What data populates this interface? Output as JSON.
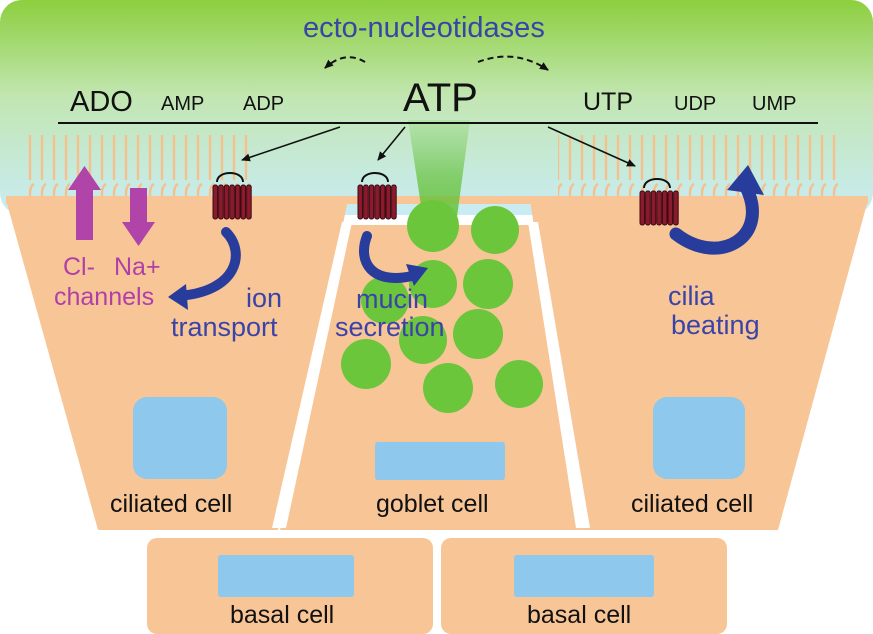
{
  "enzyme_label": "ecto-nucleotidases",
  "nucleotides": {
    "ado": "ADO",
    "amp": "AMP",
    "adp": "ADP",
    "atp": "ATP",
    "utp": "UTP",
    "udp": "UDP",
    "ump": "UMP"
  },
  "channels": {
    "cl": "Cl-",
    "na": "Na+",
    "label": "channels"
  },
  "processes": {
    "ion": "ion",
    "transport": "transport",
    "mucin": "mucin",
    "secretion": "secretion",
    "cilia": "cilia",
    "beating": "beating"
  },
  "cells": {
    "ciliated_left": "ciliated cell",
    "goblet": "goblet cell",
    "ciliated_right": "ciliated cell",
    "basal_left": "basal cell",
    "basal_right": "basal cell"
  },
  "colors": {
    "cell": "#f8c597",
    "nucleus": "#8ec8ec",
    "mucin_granule": "#6cc63c",
    "receptor": "#8a1a2c",
    "blue_arrow": "#283c9c",
    "magenta_arrow": "#b044a8",
    "blue_text": "#3a44a8",
    "magenta_text": "#b040a8",
    "cilia": "#f8c597"
  }
}
